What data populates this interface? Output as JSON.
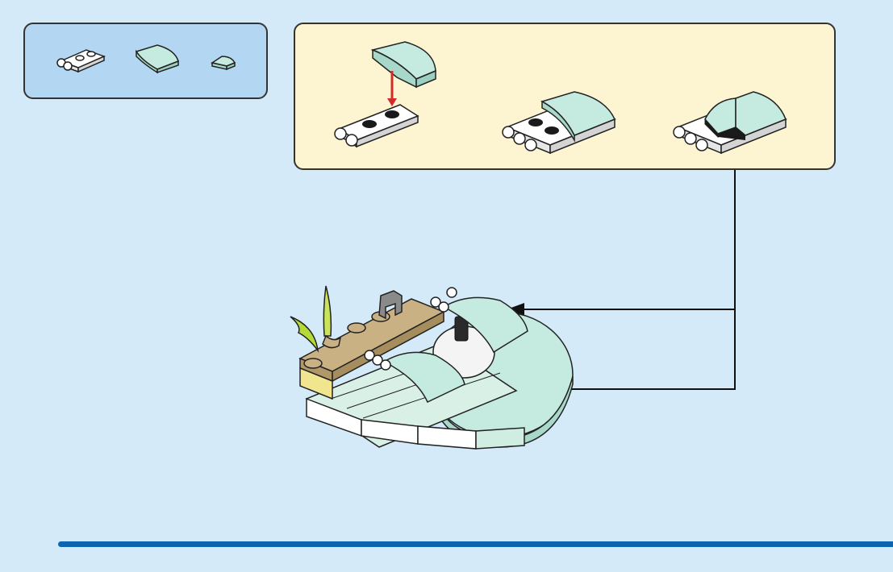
{
  "palette": {
    "background": "#d4eaf8",
    "parts_panel": "#b3d7f2",
    "substep_panel": "#fdf4d2",
    "footer_bar": "#0d64b0",
    "mint_piece": "#c5eae0",
    "white_piece": "#ffffff",
    "tan_piece": "#c9b183",
    "lime_piece": "#b6d93a",
    "arrow_red": "#d42a2a"
  },
  "parts_list": [
    {
      "part": "plate-with-clips",
      "quantity_shown": 1
    },
    {
      "part": "curved-slope",
      "quantity_shown": 1
    },
    {
      "part": "round-tile",
      "quantity_shown": 1
    }
  ],
  "substeps": [
    {
      "action": "attach-slope-on-plate"
    },
    {
      "action": "slope-attached"
    },
    {
      "action": "add-round-tile"
    }
  ],
  "callout_targets": 2
}
